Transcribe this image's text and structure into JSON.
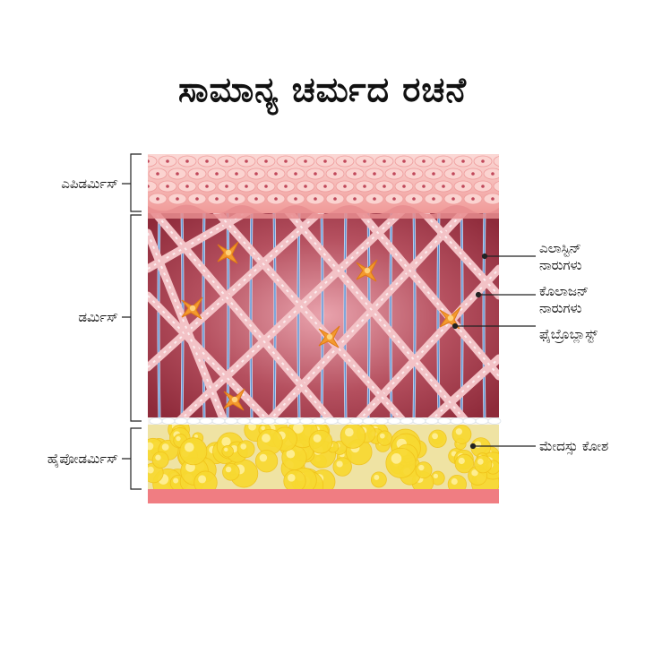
{
  "title": "ಸಾಮಾನ್ಯ ಚರ್ಮದ ರಚನೆ",
  "layers": {
    "epidermis": "ಎಪಿಡರ್ಮಿಸ್",
    "dermis": "ಡರ್ಮಿಸ್",
    "hypodermis": "ಹೈಪೋಡರ್ಮಿಸ್"
  },
  "callouts": {
    "elastin_line1": "ಎಲಾಸ್ಟಿನ್",
    "elastin_line2": "ನಾರುಗಳು",
    "collagen_line1": "ಕೊಲಾಜನ್",
    "collagen_line2": "ನಾರುಗಳು",
    "fibroblast": "ಫೈಬ್ರೊಬ್ಲಾಸ್ಟ್",
    "fat_cells": "ಮೇದಸ್ಸು ಕೋಶ"
  },
  "colors": {
    "epidermis": "#f4a7a5",
    "epidermis_cell": "#fbd3d0",
    "dermis_dark": "#8e2a3a",
    "dermis_light": "#d98a94",
    "collagen": "#f6c9cc",
    "elastin": "#6f9fd8",
    "fibroblast": "#f39a2e",
    "fat": "#f8d931",
    "fat_bg": "#efe3a3",
    "base": "#f07d82"
  }
}
